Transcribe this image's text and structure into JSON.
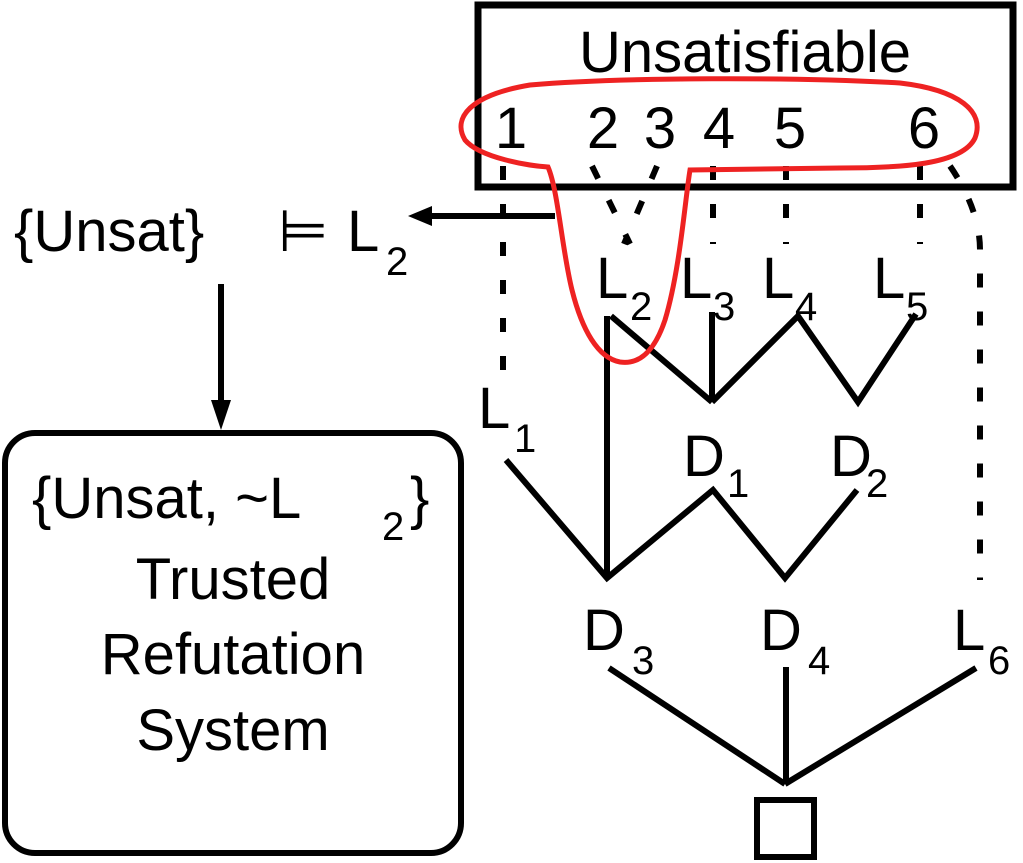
{
  "unsat_box": {
    "title": "Unsatisfiable",
    "clauses": [
      "1",
      "2",
      "3",
      "4",
      "5",
      "6"
    ]
  },
  "entails": {
    "set": "{Unsat}",
    "symbol": "⊨",
    "lit": "L",
    "sub": "2"
  },
  "trusted_box": {
    "line1_prefix": "{Unsat, ~L",
    "line1_sub": "2",
    "line1_suffix": "}",
    "line2": "Trusted",
    "line3": "Refutation",
    "line4": "System"
  },
  "nodes": {
    "L1": {
      "base": "L",
      "sub": "1"
    },
    "L2": {
      "base": "L",
      "sub": "2"
    },
    "L3": {
      "base": "L",
      "sub": "3"
    },
    "L4": {
      "base": "L",
      "sub": "4"
    },
    "L5": {
      "base": "L",
      "sub": "5"
    },
    "L6": {
      "base": "L",
      "sub": "6"
    },
    "D1": {
      "base": "D",
      "sub": "1"
    },
    "D2": {
      "base": "D",
      "sub": "2"
    },
    "D3": {
      "base": "D",
      "sub": "3"
    },
    "D4": {
      "base": "D",
      "sub": "4"
    }
  },
  "colors": {
    "highlight": "#ee2222",
    "ink": "#000000"
  }
}
